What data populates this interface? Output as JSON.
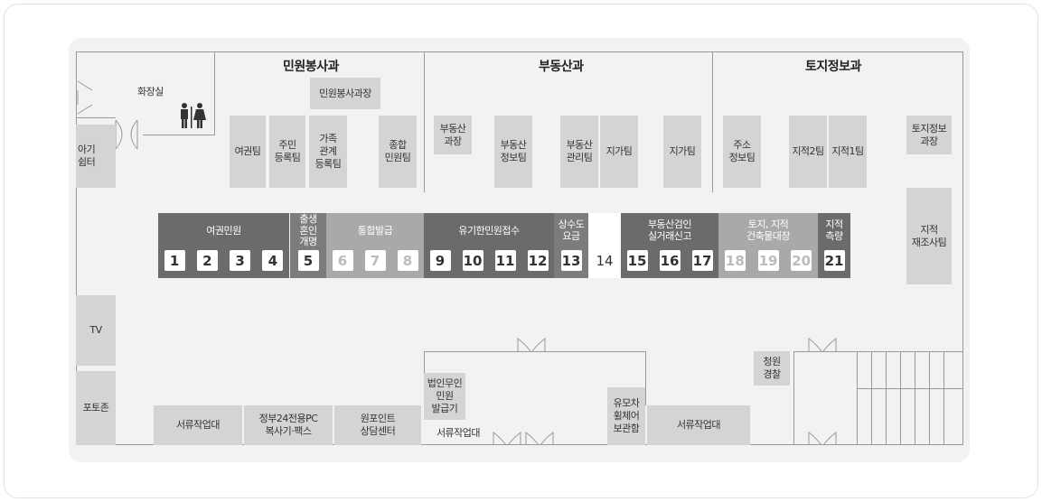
{
  "departments": {
    "civil": "민원봉사과",
    "realestate": "부동산과",
    "landinfo": "토지정보과"
  },
  "rooms": {
    "restroom": "화장실",
    "baby_room": "아기\n쉼터",
    "civil_chief": "민원봉사과장",
    "passport_team": "여권팀",
    "resident_team": "주민\n등록팀",
    "family_team": "가족\n관계\n등록팀",
    "general_team": "종합\n민원팀",
    "re_chief": "부동산\n과장",
    "re_info_team": "부동산\n정보팀",
    "re_mgmt_team": "부동산\n관리팀",
    "land_price_team1": "지가팀",
    "land_price_team2": "지가팀",
    "address_team": "주소\n정보팀",
    "cadastral2_team": "지적2팀",
    "cadastral1_team": "지적1팀",
    "landinfo_chief": "토지정보\n과장",
    "cadastral_resurvey": "지적\n재조사팀",
    "tv": "TV",
    "photo_zone": "포토존",
    "doc_desk1": "서류작업대",
    "gov24_pc": "정부24전용PC\n복사기·팩스",
    "onepoint": "원포인트\n상담센터",
    "corp_kiosk": "법인무인\n민원\n발급기",
    "doc_desk2": "서류작업대",
    "stroller": "유모차\n휠체어\n보관함",
    "doc_desk3": "서류작업대",
    "police": "청원\n경찰"
  },
  "counters": [
    {
      "title": "여권민원",
      "numbers": [
        "1",
        "2",
        "3",
        "4"
      ],
      "color": "#6b6b6d",
      "numColor": "#333333"
    },
    {
      "title": "출생\n혼인\n개명",
      "numbers": [
        "5"
      ],
      "color": "#7c7c7e",
      "numColor": "#333333"
    },
    {
      "title": "통합발급",
      "numbers": [
        "6",
        "7",
        "8"
      ],
      "color": "#a9a9ab",
      "numColor": "#bbbbbb"
    },
    {
      "title": "유기한민원접수",
      "numbers": [
        "9",
        "10",
        "11",
        "12"
      ],
      "color": "#6b6b6d",
      "numColor": "#333333"
    },
    {
      "title": "상수도\n요금",
      "numbers": [
        "13"
      ],
      "color": "#7c7c7e",
      "numColor": "#333333"
    },
    {
      "title": "",
      "numbers": [
        "14"
      ],
      "color": "#ffffff",
      "numColor": "#333333"
    },
    {
      "title": "부동산검인\n실거래신고",
      "numbers": [
        "15",
        "16",
        "17"
      ],
      "color": "#6b6b6d",
      "numColor": "#333333"
    },
    {
      "title": "토지, 지적\n건축물대장",
      "numbers": [
        "18",
        "19",
        "20"
      ],
      "color": "#a9a9ab",
      "numColor": "#bbbbbb"
    },
    {
      "title": "지적\n측량",
      "numbers": [
        "21"
      ],
      "color": "#6b6b6d",
      "numColor": "#333333"
    }
  ]
}
